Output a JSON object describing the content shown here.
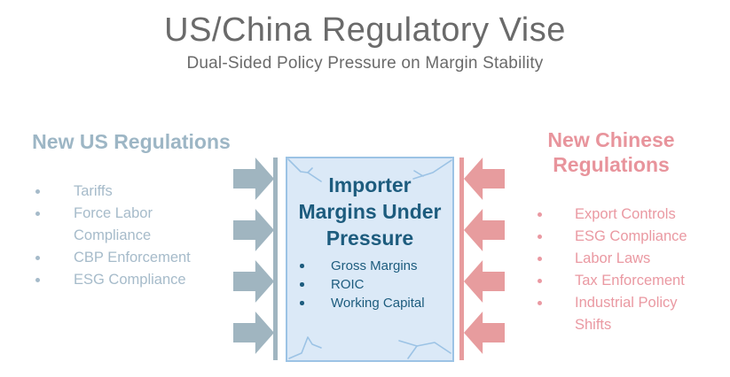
{
  "header": {
    "title": "US/China Regulatory Vise",
    "subtitle": "Dual-Sided Policy Pressure on Margin Stability"
  },
  "left_panel": {
    "heading": "New US Regulations",
    "items": [
      "Tariffs",
      "Force Labor Compliance",
      "CBP Enforcement",
      "ESG Compliance"
    ]
  },
  "right_panel": {
    "heading": "New Chinese Regulations",
    "items": [
      "Export Controls",
      "ESG Compliance",
      "Labor Laws",
      "Tax Enforcement",
      "Industrial Policy Shifts"
    ]
  },
  "center_box": {
    "title": "Importer Margins Under Pressure",
    "items": [
      "Gross Margins",
      "ROIC",
      "Working Capital"
    ]
  },
  "colors": {
    "title_gray": "#6a6a6a",
    "us_arrow_blue_gray": "#a0b5c0",
    "us_heading": "#9db6c5",
    "cn_arrow_pink": "#e79c9e",
    "cn_heading": "#e8949c",
    "box_fill": "#dbe9f7",
    "box_border": "#9cc3e5",
    "box_text": "#1d5c7e"
  }
}
